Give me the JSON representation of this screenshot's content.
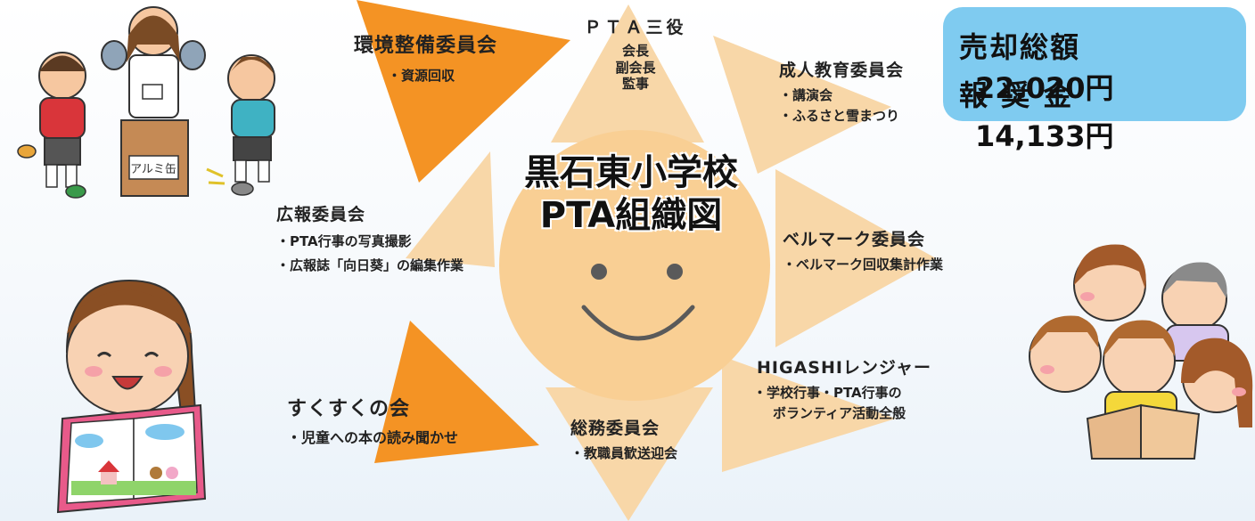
{
  "center": {
    "line1": "黒石東小学校",
    "line2": "PTA組織図"
  },
  "totals": {
    "sales_label": "売却総額",
    "sales_value": "22,020円",
    "reward_label": "報 奨 金",
    "reward_value": "14,133円",
    "bg_color": "#7fcbf0"
  },
  "colors": {
    "sun": "#f9cf94",
    "ray": "#f8d7a8",
    "ray_highlight": "#f49324",
    "face": "#5a5a5a"
  },
  "groups": {
    "kankyo": {
      "title": "環境整備委員会",
      "items": [
        "・資源回収"
      ]
    },
    "sanyaku": {
      "title": "ＰＴＡ三役",
      "items": [
        "会長",
        "副会長",
        "監事"
      ]
    },
    "seijin": {
      "title": "成人教育委員会",
      "items": [
        "・講演会",
        "・ふるさと雪まつり"
      ]
    },
    "koho": {
      "title": "広報委員会",
      "items": [
        "・PTA行事の写真撮影",
        "・広報誌「向日葵」の編集作業"
      ]
    },
    "bellmark": {
      "title": "ベルマーク委員会",
      "items": [
        "・ベルマーク回収集計作業"
      ]
    },
    "higashi": {
      "title": "HIGASHIレンジャー",
      "items": [
        "・学校行事・PTA行事の",
        "ボランティア活動全般"
      ]
    },
    "sukusuku": {
      "title": "すくすくの会",
      "items": [
        "・児童への本の読み聞かせ"
      ]
    },
    "somu": {
      "title": "総務委員会",
      "items": [
        "・教職員歓送迎会"
      ]
    }
  },
  "illustrations": {
    "can_box_label": "アルミ缶"
  }
}
